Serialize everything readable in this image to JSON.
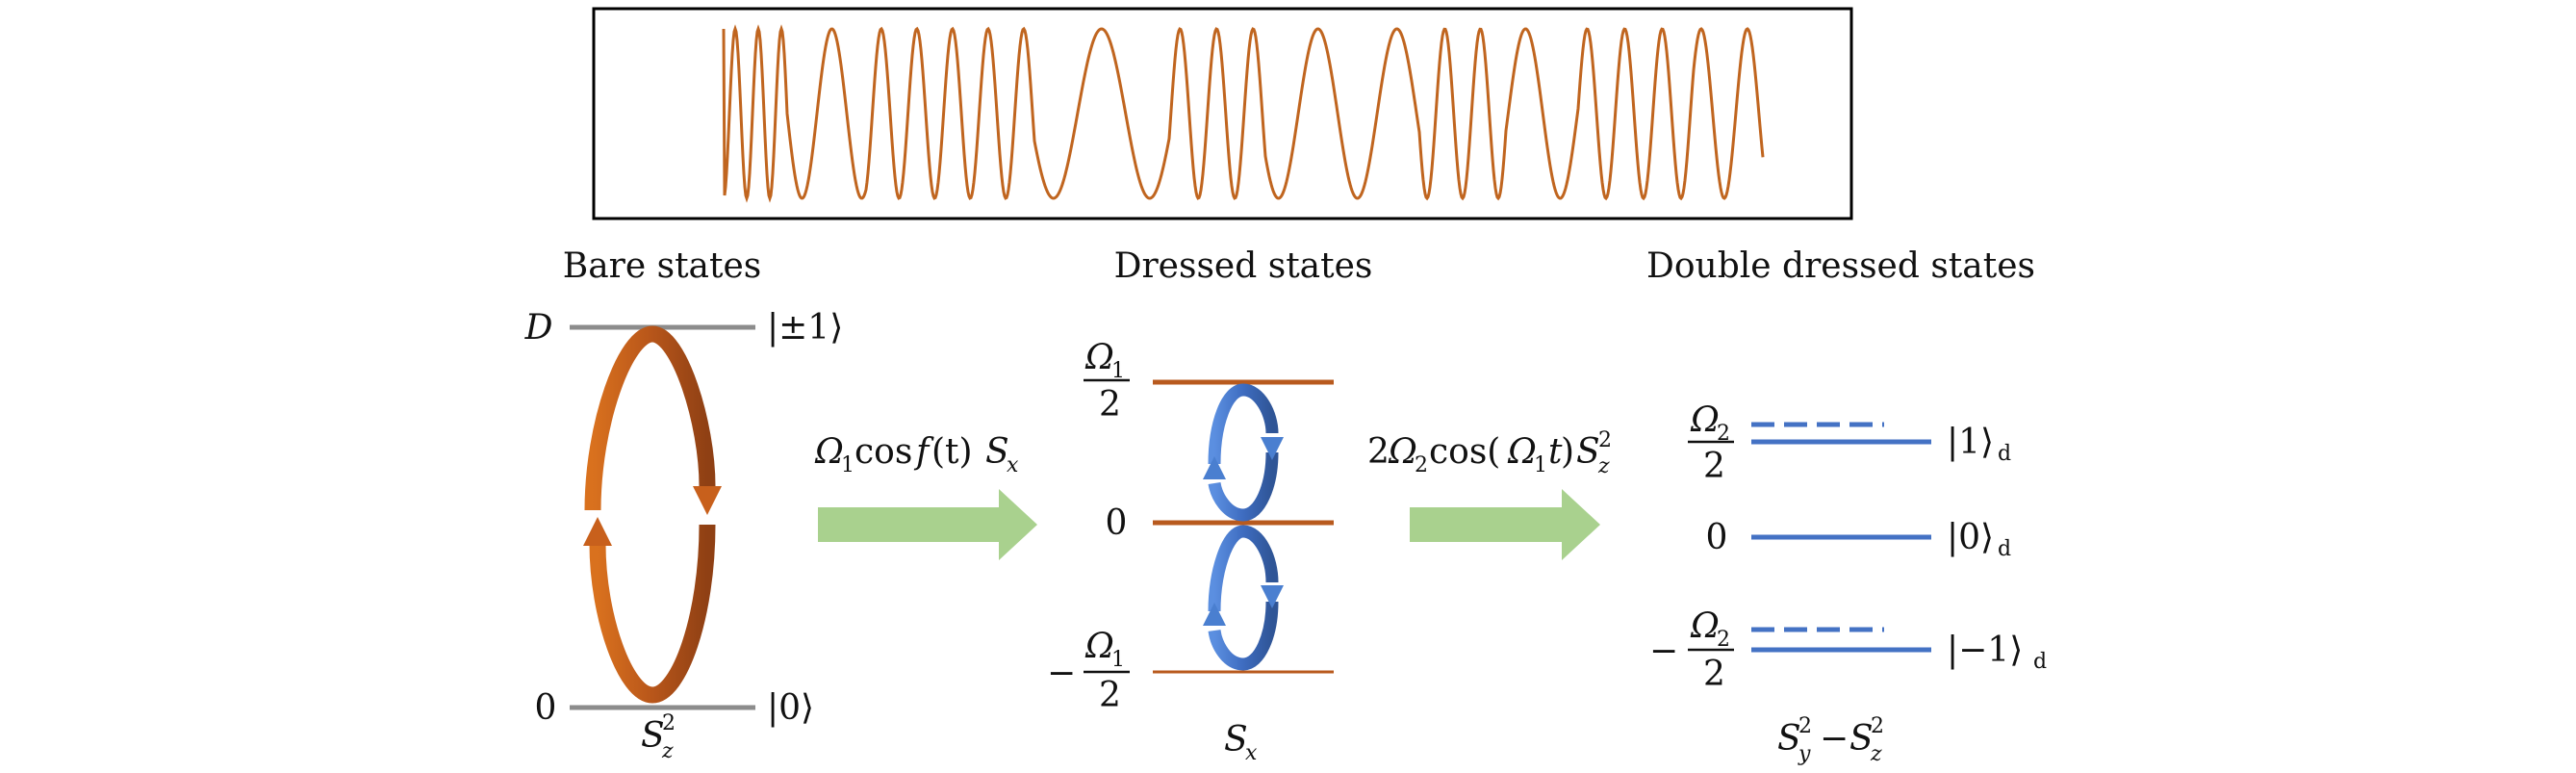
{
  "panels": {
    "bare": {
      "title": "Bare states",
      "top_energy": "D",
      "top_ket": "|±1⟩",
      "bottom_energy": "0",
      "bottom_ket": "|0⟩",
      "operator_base": "S",
      "operator_sup": "2",
      "operator_sub": "z"
    },
    "dressed": {
      "title": "Dressed states",
      "upper_num": "Ω",
      "upper_num_sub": "1",
      "upper_den": "2",
      "middle_energy": "0",
      "lower_sign": "−",
      "lower_num": "Ω",
      "lower_num_sub": "1",
      "lower_den": "2",
      "operator_base": "S",
      "operator_sub": "x"
    },
    "double": {
      "title": "Double dressed states",
      "upper_num": "Ω",
      "upper_num_sub": "2",
      "upper_den": "2",
      "upper_ket": "|1⟩",
      "middle_energy": "0",
      "middle_ket": "|0⟩",
      "lower_sign": "−",
      "lower_num": "Ω",
      "lower_num_sub": "2",
      "lower_den": "2",
      "lower_ket": "|−1⟩",
      "ket_sub": "d",
      "op1_base": "S",
      "op1_sup": "2",
      "op1_sub": "y",
      "op_minus": "−",
      "op2_base": "S",
      "op2_sup": "2",
      "op2_sub": "z"
    }
  },
  "transitions": {
    "first": {
      "omega": "Ω",
      "omega_sub": "1",
      "rest": "cos",
      "f": "f",
      "t_paren": "(t)",
      "op": "S",
      "op_sub": "x"
    },
    "second": {
      "prefix": "2",
      "omega": "Ω",
      "omega_sub": "2",
      "cos_open": "cos(",
      "inner": "Ω",
      "inner_sub": "1",
      "inner_t": "t",
      "close": ")",
      "op": "S",
      "op_sup": "2",
      "op_sub": "z"
    }
  },
  "colors": {
    "waveform": "#c0651f",
    "bare_level": "#8c8c8c",
    "orange_level": "#b85a1e",
    "orange_arrow": "#c8601c",
    "blue_level": "#4472c4",
    "blue_arrow": "#4a7fd0",
    "green_arrow": "#a9d18e"
  }
}
